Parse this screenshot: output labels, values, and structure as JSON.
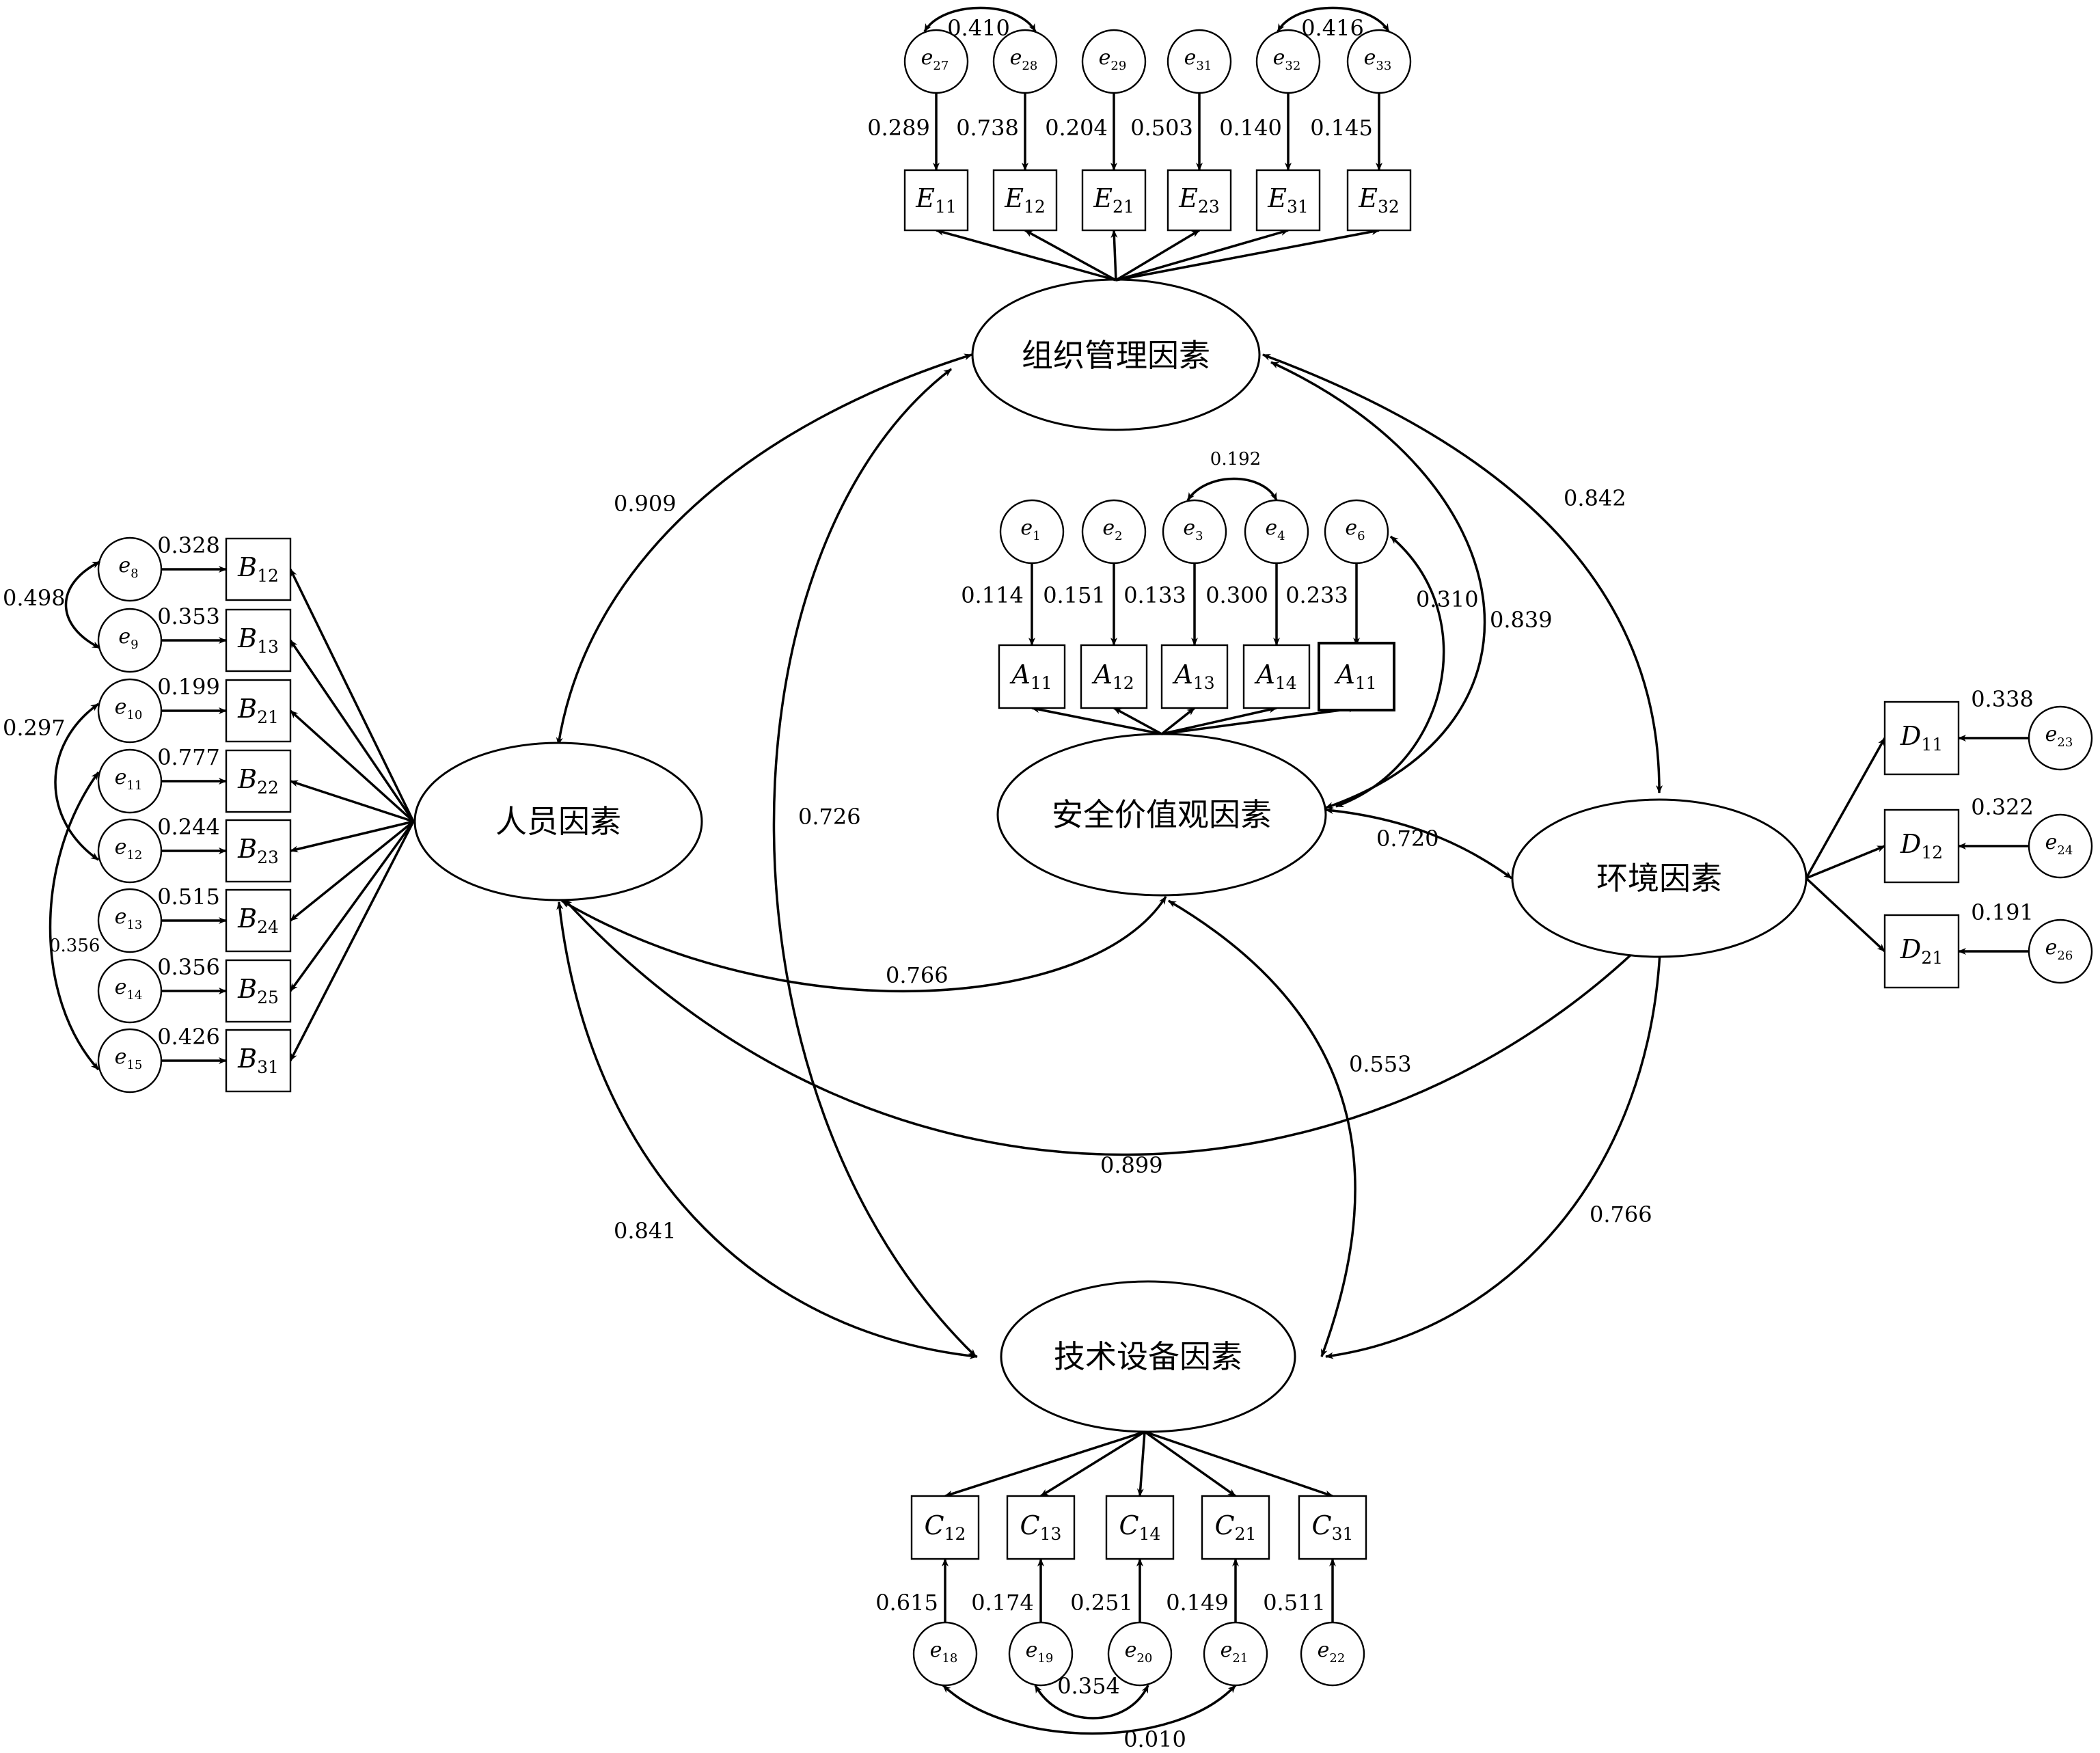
{
  "latent": {
    "org": "组织管理因素",
    "person": "人员因素",
    "value": "安全价值观因素",
    "env": "环境因素",
    "tech": "技术设备因素"
  },
  "covariances": {
    "org_person": "0.909",
    "org_env": "0.842",
    "org_value": "0.839",
    "org_tech": "0.726",
    "value_env": "0.720",
    "person_value": "0.766",
    "value_tech": "0.553",
    "person_env": "0.899",
    "person_tech": "0.841",
    "env_tech": "0.766",
    "e6_value": "0.310"
  },
  "org_block": {
    "indicators": [
      {
        "letter": "E",
        "sub": "11"
      },
      {
        "letter": "E",
        "sub": "12"
      },
      {
        "letter": "E",
        "sub": "21"
      },
      {
        "letter": "E",
        "sub": "23"
      },
      {
        "letter": "E",
        "sub": "31"
      },
      {
        "letter": "E",
        "sub": "32"
      }
    ],
    "errors": [
      {
        "letter": "e",
        "sub": "27"
      },
      {
        "letter": "e",
        "sub": "28"
      },
      {
        "letter": "e",
        "sub": "29"
      },
      {
        "letter": "e",
        "sub": "31"
      },
      {
        "letter": "e",
        "sub": "32"
      },
      {
        "letter": "e",
        "sub": "33"
      }
    ],
    "loadings": [
      "0.289",
      "0.738",
      "0.204",
      "0.503",
      "0.140",
      "0.145"
    ],
    "error_cov": [
      "0.410",
      "0.416"
    ]
  },
  "value_block": {
    "indicators": [
      {
        "letter": "A",
        "sub": "11"
      },
      {
        "letter": "A",
        "sub": "12"
      },
      {
        "letter": "A",
        "sub": "13"
      },
      {
        "letter": "A",
        "sub": "14"
      },
      {
        "letter": "A",
        "sub": "11"
      }
    ],
    "errors": [
      {
        "letter": "e",
        "sub": "1"
      },
      {
        "letter": "e",
        "sub": "2"
      },
      {
        "letter": "e",
        "sub": "3"
      },
      {
        "letter": "e",
        "sub": "4"
      },
      {
        "letter": "e",
        "sub": "6"
      }
    ],
    "loadings": [
      "0.114",
      "0.151",
      "0.133",
      "0.300",
      "0.233"
    ],
    "error_cov": [
      "0.192"
    ]
  },
  "person_block": {
    "indicators": [
      {
        "letter": "B",
        "sub": "12"
      },
      {
        "letter": "B",
        "sub": "13"
      },
      {
        "letter": "B",
        "sub": "21"
      },
      {
        "letter": "B",
        "sub": "22"
      },
      {
        "letter": "B",
        "sub": "23"
      },
      {
        "letter": "B",
        "sub": "24"
      },
      {
        "letter": "B",
        "sub": "25"
      },
      {
        "letter": "B",
        "sub": "31"
      }
    ],
    "errors": [
      {
        "letter": "e",
        "sub": "8"
      },
      {
        "letter": "e",
        "sub": "9"
      },
      {
        "letter": "e",
        "sub": "10"
      },
      {
        "letter": "e",
        "sub": "11"
      },
      {
        "letter": "e",
        "sub": "12"
      },
      {
        "letter": "e",
        "sub": "13"
      },
      {
        "letter": "e",
        "sub": "14"
      },
      {
        "letter": "e",
        "sub": "15"
      }
    ],
    "loadings": [
      "0.328",
      "0.353",
      "0.199",
      "0.777",
      "0.244",
      "0.515",
      "0.356",
      "0.426"
    ],
    "error_cov": [
      "0.498",
      "0.297",
      "0.356"
    ]
  },
  "env_block": {
    "indicators": [
      {
        "letter": "D",
        "sub": "11"
      },
      {
        "letter": "D",
        "sub": "12"
      },
      {
        "letter": "D",
        "sub": "21"
      }
    ],
    "errors": [
      {
        "letter": "e",
        "sub": "23"
      },
      {
        "letter": "e",
        "sub": "24"
      },
      {
        "letter": "e",
        "sub": "26"
      }
    ],
    "loadings": [
      "0.338",
      "0.322",
      "0.191"
    ]
  },
  "tech_block": {
    "indicators": [
      {
        "letter": "C",
        "sub": "12"
      },
      {
        "letter": "C",
        "sub": "13"
      },
      {
        "letter": "C",
        "sub": "14"
      },
      {
        "letter": "C",
        "sub": "21"
      },
      {
        "letter": "C",
        "sub": "31"
      }
    ],
    "errors": [
      {
        "letter": "e",
        "sub": "18"
      },
      {
        "letter": "e",
        "sub": "19"
      },
      {
        "letter": "e",
        "sub": "20"
      },
      {
        "letter": "e",
        "sub": "21"
      },
      {
        "letter": "e",
        "sub": "22"
      }
    ],
    "loadings": [
      "0.615",
      "0.174",
      "0.251",
      "0.149",
      "0.511"
    ],
    "error_cov": [
      "0.354",
      "0.010"
    ]
  }
}
